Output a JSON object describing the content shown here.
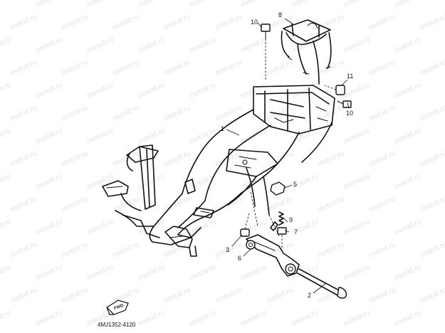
{
  "watermark": {
    "text": "motod.ru"
  },
  "callouts": [
    {
      "id": "1",
      "label": "1"
    },
    {
      "id": "2",
      "label": "2"
    },
    {
      "id": "3",
      "label": "3"
    },
    {
      "id": "5",
      "label": "5"
    },
    {
      "id": "6",
      "label": "6"
    },
    {
      "id": "7",
      "label": "7"
    },
    {
      "id": "8",
      "label": "8"
    },
    {
      "id": "9",
      "label": "9"
    },
    {
      "id": "10a",
      "label": "10"
    },
    {
      "id": "10b",
      "label": "10"
    },
    {
      "id": "11",
      "label": "11"
    }
  ],
  "reference_code": "4MJ1352-4120",
  "forward_badge": {
    "text": "FWD",
    "icon": "forward-arrow-icon"
  }
}
